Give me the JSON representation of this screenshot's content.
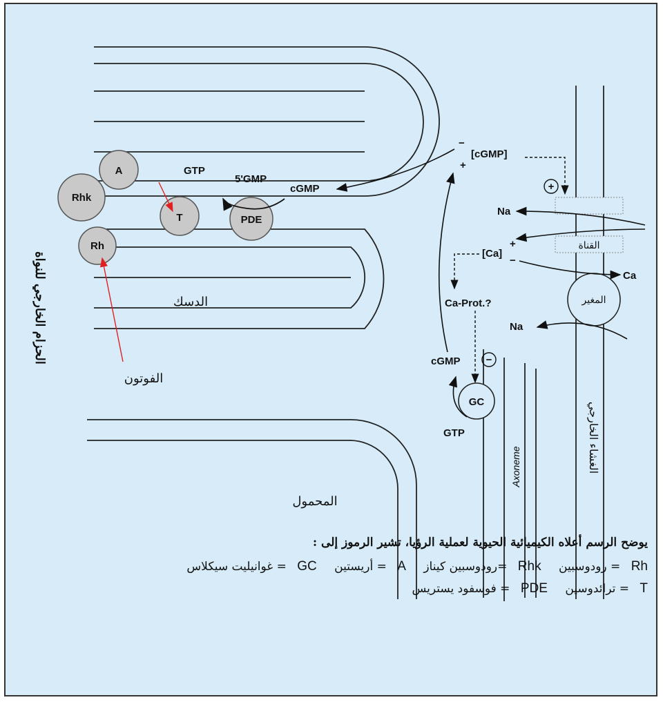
{
  "labels": {
    "A": "A",
    "Rhk": "Rhk",
    "Rh": "Rh",
    "T": "T",
    "PDE": "PDE",
    "GTP_top": "GTP",
    "GMP5": "5'GMP",
    "cGMP_top": "cGMP",
    "cGMP_bracket": "[cGMP]",
    "Na_top": "Na",
    "Ca_bracket": "[Ca]",
    "Ca_right": "Ca",
    "Na_bottom": "Na",
    "CaProt": "Ca-Prot.?",
    "cGMP_bottom": "cGMP",
    "GC": "GC",
    "GTP_bottom": "GTP",
    "Axoneme": "Axoneme",
    "plus": "+",
    "minus": "−",
    "circled_plus": "+",
    "circled_minus": "−"
  },
  "arabic": {
    "outer_belt": "الحزام الخارجي للنواة",
    "disc": "الدسك",
    "photon": "الفوتون",
    "channel": "القناة",
    "exchanger": "المغير",
    "outer_membrane": "الغشاء الخارجي",
    "cytoplasm": "المحمول"
  },
  "caption": {
    "title": "يوضح الرسم أعلاه الكيميائية الحيوية لعملية الرؤيا، تشير الرموز إلى :",
    "row1": [
      {
        "sym": "Rh",
        "text": "= رودوسبين"
      },
      {
        "sym": "Rhk",
        "text": "=رودوسبين كيناز"
      },
      {
        "sym": "A",
        "text": "= أريستين"
      },
      {
        "sym": "GC",
        "text": "= غوانيليت سيكلاس"
      }
    ],
    "row2": [
      {
        "sym": "T",
        "text": "= ترائدوسين"
      },
      {
        "sym": "PDE",
        "text": "= فوسفود يستريس"
      }
    ]
  },
  "colors": {
    "background": "#d7ecf8",
    "node_fill": "#c9c9c9",
    "photon_arrow": "#e02020",
    "line": "#222222"
  }
}
